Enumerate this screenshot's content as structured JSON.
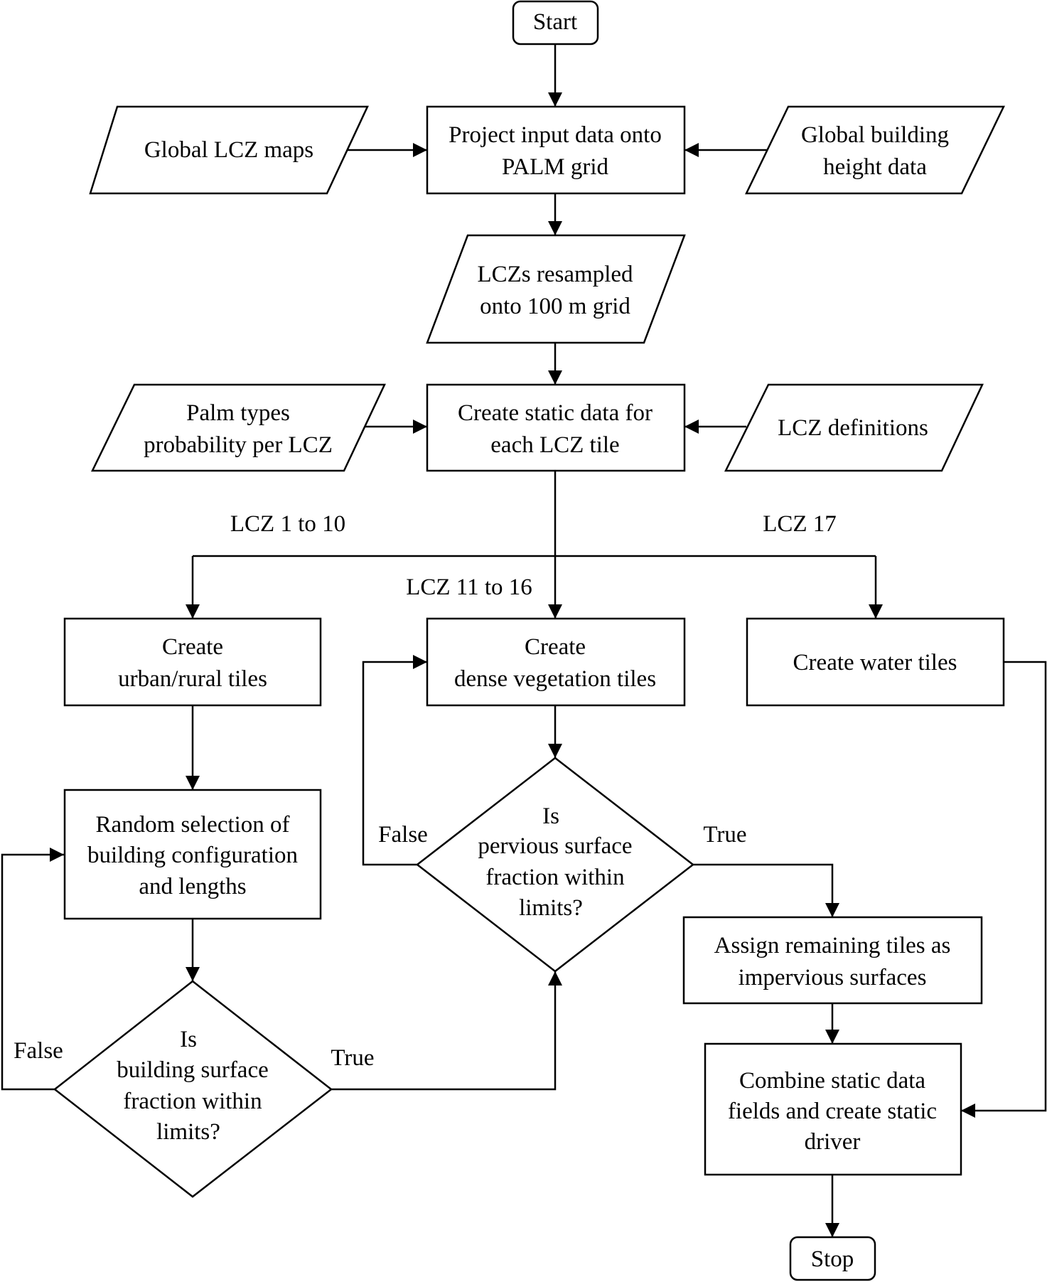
{
  "nodes": {
    "start": "Start",
    "project": [
      "Project input data onto",
      "PALM grid"
    ],
    "global_lcz": "Global LCZ maps",
    "global_building": [
      "Global building",
      "height data"
    ],
    "lczs_resampled": [
      "LCZs resampled",
      "onto 100 m grid"
    ],
    "create_static": [
      "Create static data for",
      "each LCZ tile"
    ],
    "palm_types": [
      "Palm types",
      "probability per LCZ"
    ],
    "lcz_definitions": "LCZ definitions",
    "urban_rural": [
      "Create",
      "urban/rural tiles"
    ],
    "dense_veg": [
      "Create",
      "dense vegetation tiles"
    ],
    "water": "Create water tiles",
    "random_selection": [
      "Random selection of",
      "building configuration",
      "and lengths"
    ],
    "building_decision": [
      "Is",
      "building surface",
      "fraction within",
      "limits?"
    ],
    "pervious_decision": [
      "Is",
      "pervious surface",
      "fraction within",
      "limits?"
    ],
    "assign_remaining": [
      "Assign remaining tiles as",
      "impervious surfaces"
    ],
    "combine": [
      "Combine static data",
      "fields  and create static",
      "driver"
    ],
    "stop": "Stop"
  },
  "edge_labels": {
    "lcz_1_10": "LCZ 1 to 10",
    "lcz_11_16": "LCZ 11 to 16",
    "lcz_17": "LCZ 17",
    "building_false": "False",
    "building_true": "True",
    "pervious_false": "False",
    "pervious_true": "True"
  }
}
